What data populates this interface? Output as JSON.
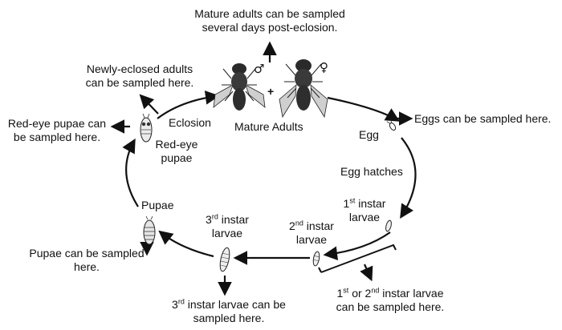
{
  "labels": {
    "mature_sampling_1": "Mature adults can be sampled",
    "mature_sampling_2": "several days post-eclosion.",
    "newly_1": "Newly-eclosed adults",
    "newly_2": "can be sampled here.",
    "male_symbol": "♂",
    "female_symbol": "♀",
    "plus": "+",
    "mature_adults": "Mature Adults",
    "eclosion": "Eclosion",
    "redeye_sampling_1": "Red-eye pupae can",
    "redeye_sampling_2": "be sampled here.",
    "redeye_1": "Red-eye",
    "redeye_2": "pupae",
    "egg": "Egg",
    "eggs_sampling": "Eggs can be sampled here.",
    "egg_hatches": "Egg hatches",
    "first_sup": "st",
    "first_1": "instar",
    "first_2": "larvae",
    "second_sup": "nd",
    "second_1": "instar",
    "second_2": "larvae",
    "third_sup": "rd",
    "third_1": "instar",
    "third_2": "larvae",
    "pupae": "Pupae",
    "pupae_sampling_1": "Pupae can be sampled",
    "pupae_sampling_2": "here.",
    "third_sampling_1": "instar larvae can be",
    "third_sampling_2": "sampled here.",
    "first_second_sampling_1a": "or 2",
    "first_second_sampling_1b": "instar larvae",
    "first_second_sampling_2": "can be sampled here.",
    "num_1": "1",
    "num_2": "2",
    "num_3": "3"
  },
  "colors": {
    "ink": "#111111",
    "fly_body": "#3a3a3a",
    "wing": "#cfcfcf"
  },
  "icons": [
    "male-fly-icon",
    "female-fly-icon",
    "egg-icon",
    "first-instar-larva-icon",
    "second-instar-larva-icon",
    "third-instar-larva-icon",
    "pupa-icon",
    "red-eye-pupa-icon"
  ]
}
